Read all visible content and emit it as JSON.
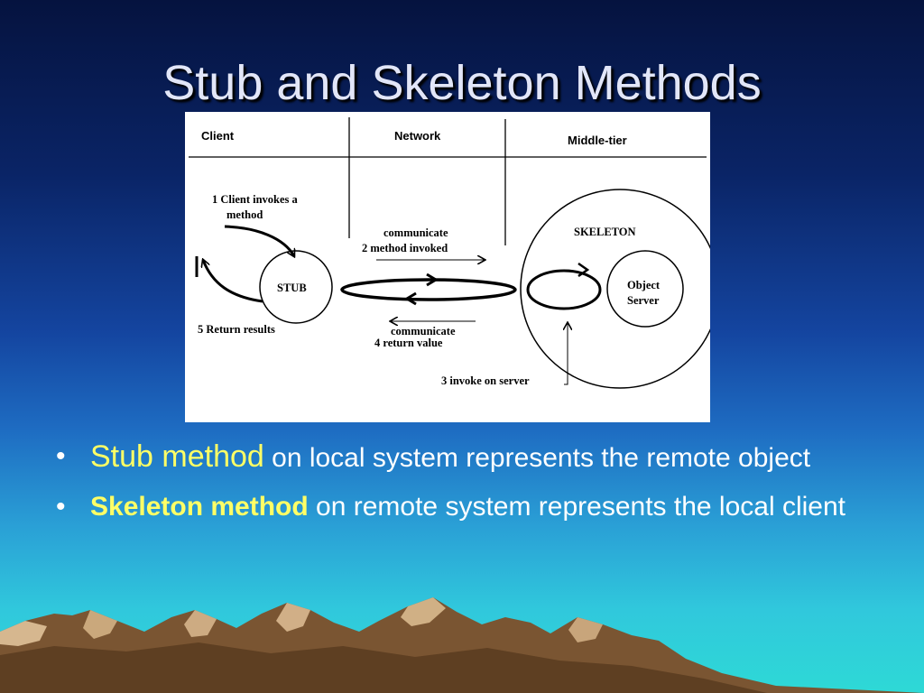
{
  "title": "Stub and Skeleton Methods",
  "diagram": {
    "columns": [
      "Client",
      "Network",
      "Middle-tier"
    ],
    "step1_line1": "1  Client invokes a",
    "step1_line2": "method",
    "stub_label": "STUB",
    "step5": "5  Return results",
    "step2_line1": "communicate",
    "step2_line2": "2  method invoked",
    "step4_line1": "communicate",
    "step4_line2": "4  return value",
    "skeleton_label": "SKELETON",
    "object_server_line1": "Object",
    "object_server_line2": "Server",
    "step3": "3  invoke on server"
  },
  "bullets": [
    {
      "highlight": "Stub method",
      "rest": " on local system represents the remote object"
    },
    {
      "highlight": "Skeleton method",
      "rest": " on remote system represents the local client"
    }
  ],
  "colors": {
    "highlight": "#ffff66",
    "title": "#e2e6f8",
    "text": "#ffffff"
  }
}
